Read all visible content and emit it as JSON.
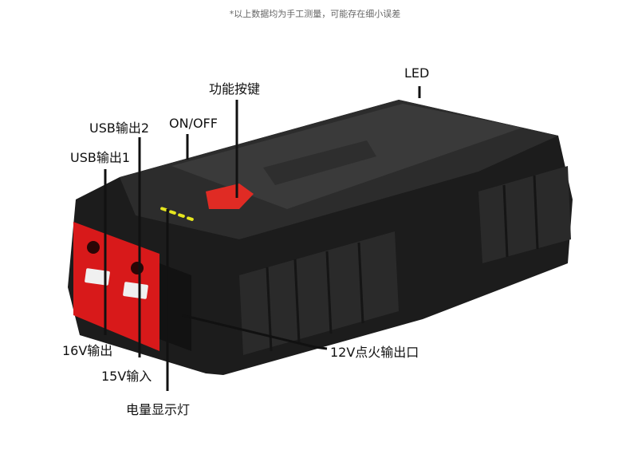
{
  "note": "*以上数据均为手工测量，可能存在细小误差",
  "labels": {
    "led": "LED",
    "function_button": "功能按键",
    "usb_out_2": "USB输出2",
    "on_off": "ON/OFF",
    "usb_out_1": "USB输出1",
    "out_16v": "16V输出",
    "in_15v": "15V输入",
    "battery_indicator": "电量显示灯",
    "ignition_12v": "12V点火输出口"
  },
  "colors": {
    "body": "#1c1c1c",
    "panel_red": "#d8191a",
    "indicator": "#e6e61e",
    "button_red": "#e02b24"
  }
}
